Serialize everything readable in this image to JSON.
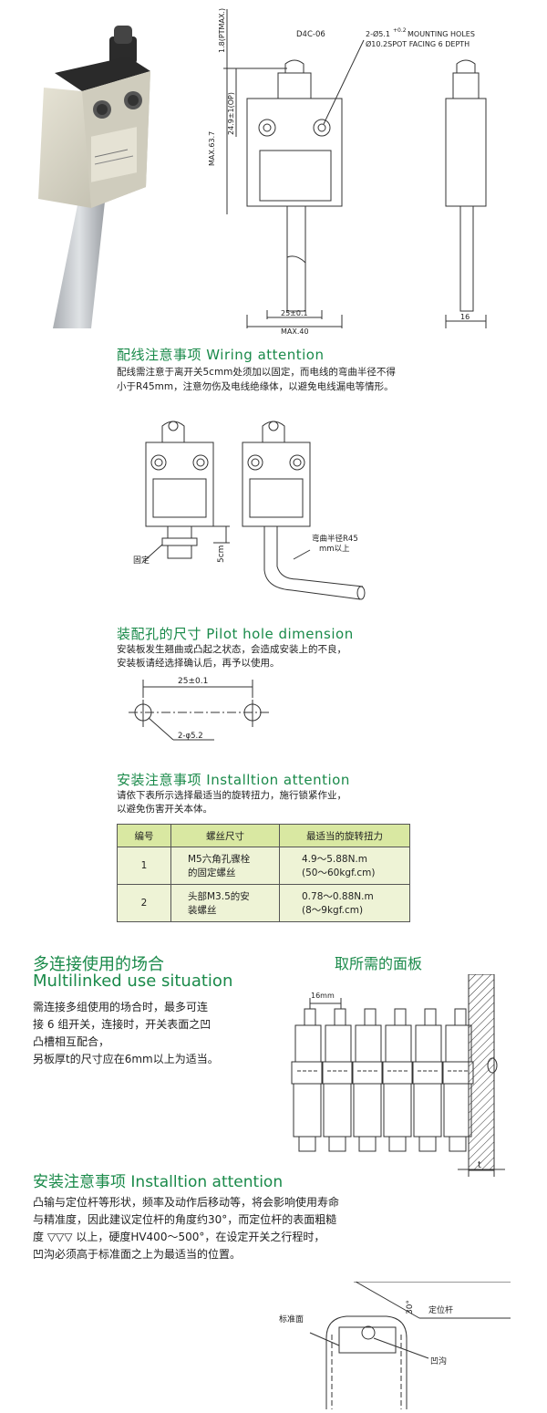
{
  "drawing": {
    "model": "D4C-06",
    "hole_note_1": "2-Ø5.1",
    "hole_tol": "+0.2",
    "hole_note_1b": "MOUNTING HOLES",
    "hole_note_2": "Ø10.2SPOT FACING 6 DEPTH",
    "dim_pt": "1.8(PTMAX.)",
    "dim_op": "24.9±1(OP)",
    "dim_max_h": "MAX.63.7",
    "dim_pitch": "25±0.1",
    "dim_max_w": "MAX.40",
    "dim_depth": "16"
  },
  "wiring": {
    "title": "配线注意事项 Wiring attention",
    "line1": "配线需注意于离开关5cmm处须加以固定，而电线的弯曲半径不得",
    "line2": "小于R45mm，注意勿伤及电线绝缘体，以避免电线漏电等情形。",
    "label_fix": "固定",
    "label_5cm": "5cm",
    "label_bend1": "弯曲半径R45",
    "label_bend2": "mm以上"
  },
  "pilot": {
    "title": "装配孔的尺寸 Pilot hole dimension",
    "line1": "安装板发生翘曲或凸起之状态，会造成安装上的不良，",
    "line2": "安装板请经选择确认后，再予以使用。",
    "dim": "25±0.1",
    "holes": "2-φ5.2"
  },
  "install1": {
    "title": "安装注意事项 Installtion attention",
    "line1": "请依下表所示选择最适当的旋转扭力，施行锁紧作业，",
    "line2": "以避免伤害开关本体。",
    "headers": [
      "编号",
      "螺丝尺寸",
      "最适当的旋转扭力"
    ],
    "rows": [
      {
        "no": "1",
        "screw1": "M5六角孔骤栓",
        "screw2": "的固定螺丝",
        "torque1": "4.9～5.88N.m",
        "torque2": "(50～60kgf.cm)"
      },
      {
        "no": "2",
        "screw1": "头部M3.5的安",
        "screw2": "装螺丝",
        "torque1": "0.78～0.88N.m",
        "torque2": "(8～9kgf.cm)"
      }
    ]
  },
  "multi": {
    "title_cn": "多连接使用的场合",
    "title_en": "Multilinked use situation",
    "line1": "需连接多组使用的场合时，最多可连",
    "line2": "接 6 组开关，连接时，开关表面之凹",
    "line3": "凸槽相互配合，",
    "line4": "另板厚t的尺寸应在6mm以上为适当。",
    "panel_title": "取所需的面板",
    "dim": "16mm",
    "t": "t"
  },
  "install2": {
    "title": "安装注意事项 Installtion attention",
    "line1": "凸输与定位杆等形状，频率及动作后移动等，将会影响使用寿命",
    "line2": "与精准度，因此建议定位杆的角度约30°，而定位杆的表面粗糙",
    "line3": "度 ▽▽▽ 以上，硬度HV400～500°，在设定开关之行程时，",
    "line4": "凹沟必须高于标准面之上为最适当的位置。",
    "angle": "30°",
    "rod": "定位杆",
    "ref": "标准面",
    "groove": "凹沟"
  }
}
